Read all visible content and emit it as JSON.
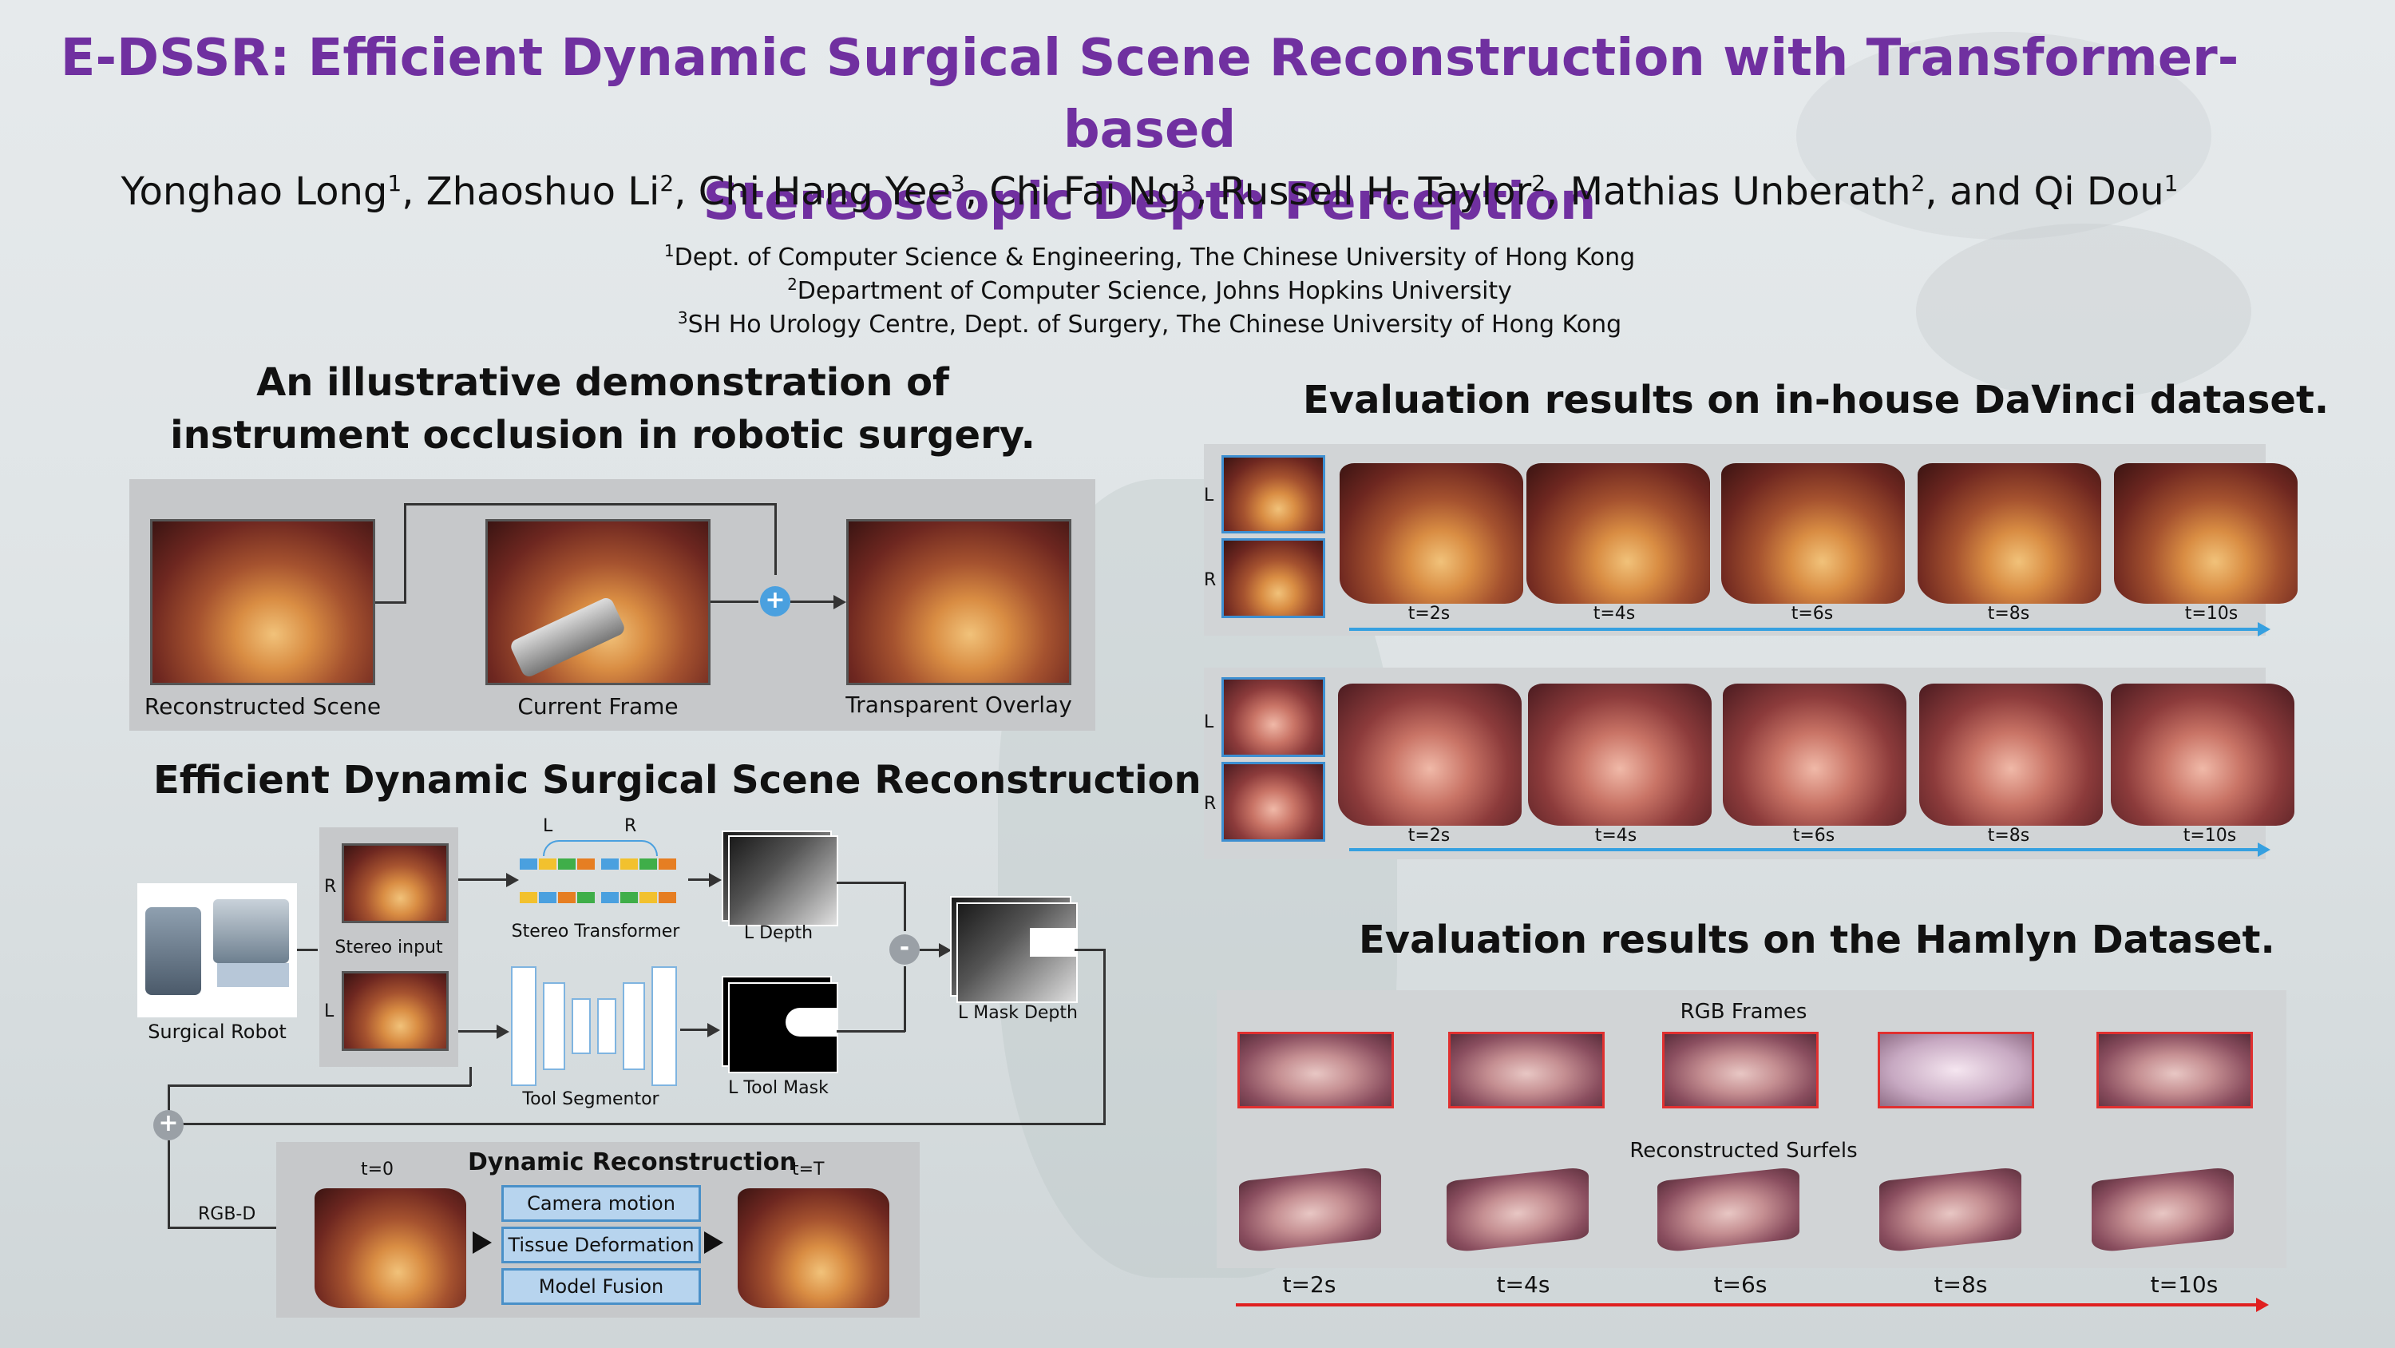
{
  "title_line1": "E-DSSR: Efficient Dynamic Surgical Scene Reconstruction with Transformer-based",
  "title_line2": "Stereoscopic Depth Perception",
  "authors": {
    "a1": "Yonghao Long",
    "s1": "1",
    "a2": ", Zhaoshuo Li",
    "s2": "2",
    "a3": ", Chi Hang Yee",
    "s3": "3",
    "a4": ", Chi Fai Ng",
    "s4": "3",
    "a5": ", Russell H. Taylor",
    "s5": "2",
    "a6": ", Mathias Unberath",
    "s6": "2",
    "a7": ", and Qi Dou",
    "s7": "1"
  },
  "affiliations": [
    {
      "sup": "1",
      "text": "Dept. of Computer Science & Engineering, The Chinese University of Hong Kong"
    },
    {
      "sup": "2",
      "text": "Department of Computer Science, Johns Hopkins University"
    },
    {
      "sup": "3",
      "text": "SH Ho Urology Centre, Dept. of Surgery, The Chinese University of Hong Kong"
    }
  ],
  "occlusion": {
    "heading_line1": "An illustrative demonstration of",
    "heading_line2": "instrument occlusion in robotic surgery.",
    "labels": [
      "Reconstructed Scene",
      "Current Frame",
      "Transparent Overlay"
    ],
    "op": "+"
  },
  "pipeline": {
    "heading": "Efficient Dynamic Surgical Scene Reconstruction.",
    "surgical_robot": "Surgical Robot",
    "stereo_input": "Stereo input",
    "r": "R",
    "l": "L",
    "stereo_transformer": "Stereo Transformer",
    "l_depth": "L Depth",
    "tool_segmentor": "Tool Segmentor",
    "l_tool_mask": "L Tool Mask",
    "l_mask_depth": "L Mask Depth",
    "minus": "-",
    "plus": "+",
    "rgbd": "RGB-D",
    "dynamic_reconstruction": "Dynamic Reconstruction",
    "t0": "t=0",
    "tT": "t=T",
    "boxes": [
      "Camera motion",
      "Tissue Deformation",
      "Model Fusion"
    ]
  },
  "davinci": {
    "heading": "Evaluation results on in-house DaVinci dataset.",
    "l": "L",
    "r": "R",
    "times": [
      "t=2s",
      "t=4s",
      "t=6s",
      "t=8s",
      "t=10s"
    ]
  },
  "hamlyn": {
    "heading": "Evaluation results on the Hamlyn Dataset.",
    "rgb_frames": "RGB Frames",
    "reconstructed_surfels": "Reconstructed Surfels",
    "times": [
      "t=2s",
      "t=4s",
      "t=6s",
      "t=8s",
      "t=10s"
    ]
  },
  "colors": {
    "title": "#7030a0",
    "accent_blue": "#36a0e0",
    "accent_red": "#e02020"
  }
}
